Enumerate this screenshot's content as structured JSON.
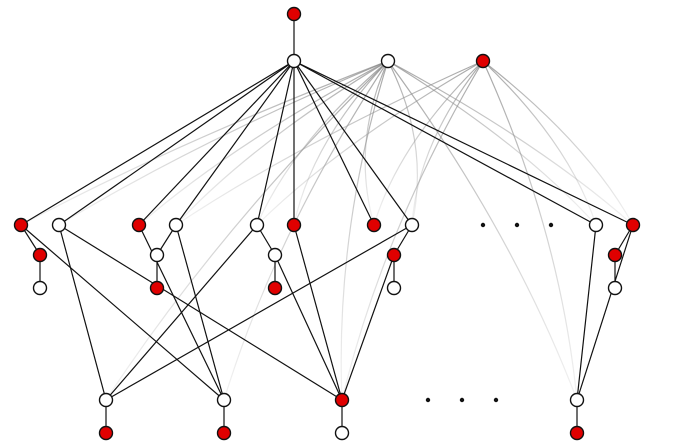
{
  "colors": {
    "filled_node": "#e00000",
    "open_node": "#ffffff",
    "edge": "#111111",
    "faded_edge": "#777777"
  },
  "diagram": {
    "kind": "layered-graph",
    "legend": "",
    "title": "",
    "nodes": [
      {
        "id": "root",
        "fill": "red"
      },
      {
        "id": "hub-a",
        "fill": "white"
      },
      {
        "id": "hub-b",
        "fill": "white"
      },
      {
        "id": "hub-c",
        "fill": "red"
      },
      {
        "id": "m1",
        "fill": "red"
      },
      {
        "id": "m2",
        "fill": "white"
      },
      {
        "id": "m3",
        "fill": "red"
      },
      {
        "id": "m4",
        "fill": "white"
      },
      {
        "id": "m5",
        "fill": "white"
      },
      {
        "id": "m6",
        "fill": "red"
      },
      {
        "id": "m7",
        "fill": "red"
      },
      {
        "id": "m8",
        "fill": "white"
      },
      {
        "id": "m9",
        "fill": "white"
      },
      {
        "id": "m10",
        "fill": "red"
      },
      {
        "id": "s1a",
        "fill": "red"
      },
      {
        "id": "s1b",
        "fill": "white"
      },
      {
        "id": "s2a",
        "fill": "white"
      },
      {
        "id": "s2b",
        "fill": "red"
      },
      {
        "id": "s3a",
        "fill": "white"
      },
      {
        "id": "s3b",
        "fill": "red"
      },
      {
        "id": "s4a",
        "fill": "red"
      },
      {
        "id": "s4b",
        "fill": "white"
      },
      {
        "id": "s5a",
        "fill": "red"
      },
      {
        "id": "s5b",
        "fill": "white"
      },
      {
        "id": "b1",
        "fill": "white"
      },
      {
        "id": "b1s",
        "fill": "red"
      },
      {
        "id": "b2",
        "fill": "white"
      },
      {
        "id": "b2s",
        "fill": "red"
      },
      {
        "id": "b3",
        "fill": "red"
      },
      {
        "id": "b3s",
        "fill": "white"
      },
      {
        "id": "b4",
        "fill": "white"
      },
      {
        "id": "b4s",
        "fill": "red"
      }
    ],
    "edges": [
      [
        "root",
        "hub-a"
      ],
      [
        "hub-a",
        "m1"
      ],
      [
        "hub-a",
        "m2"
      ],
      [
        "hub-a",
        "m3"
      ],
      [
        "hub-a",
        "m4"
      ],
      [
        "hub-a",
        "m5"
      ],
      [
        "hub-a",
        "m6"
      ],
      [
        "hub-a",
        "m7"
      ],
      [
        "hub-a",
        "m8"
      ],
      [
        "hub-a",
        "m9"
      ],
      [
        "hub-a",
        "m10"
      ],
      [
        "m1",
        "s1a"
      ],
      [
        "s1a",
        "s1b"
      ],
      [
        "m4",
        "s2a"
      ],
      [
        "s2a",
        "s2b"
      ],
      [
        "m5",
        "s3a"
      ],
      [
        "s3a",
        "s3b"
      ],
      [
        "m8",
        "s4a"
      ],
      [
        "s4a",
        "s4b"
      ],
      [
        "m10",
        "s5a"
      ],
      [
        "s5a",
        "s5b"
      ],
      [
        "m2",
        "b1"
      ],
      [
        "m3",
        "b2"
      ],
      [
        "m1",
        "b2"
      ],
      [
        "m2",
        "b3"
      ],
      [
        "m5",
        "b1"
      ],
      [
        "m4",
        "b2"
      ],
      [
        "m6",
        "b3"
      ],
      [
        "m8",
        "b1"
      ],
      [
        "m9",
        "b4"
      ],
      [
        "m10",
        "b4"
      ],
      [
        "s3a",
        "b3"
      ],
      [
        "s4a",
        "b3"
      ],
      [
        "b1",
        "b1s"
      ],
      [
        "b2",
        "b2s"
      ],
      [
        "b3",
        "b3s"
      ],
      [
        "b4",
        "b4s"
      ]
    ],
    "faded_edges": [
      [
        "hub-b",
        "m1"
      ],
      [
        "hub-b",
        "m2"
      ],
      [
        "hub-b",
        "m3"
      ],
      [
        "hub-b",
        "m4"
      ],
      [
        "hub-b",
        "m5"
      ],
      [
        "hub-b",
        "m6"
      ],
      [
        "hub-b",
        "m7"
      ],
      [
        "hub-b",
        "m8"
      ],
      [
        "hub-b",
        "m9"
      ],
      [
        "hub-b",
        "m10"
      ],
      [
        "hub-b",
        "b1"
      ],
      [
        "hub-b",
        "b2"
      ],
      [
        "hub-b",
        "b3"
      ],
      [
        "hub-b",
        "b4"
      ],
      [
        "hub-c",
        "m4"
      ],
      [
        "hub-c",
        "m5"
      ],
      [
        "hub-c",
        "m7"
      ],
      [
        "hub-c",
        "m8"
      ],
      [
        "hub-c",
        "m9"
      ],
      [
        "hub-c",
        "m10"
      ],
      [
        "hub-c",
        "b3"
      ],
      [
        "hub-c",
        "b4"
      ]
    ],
    "ellipsis_rows": [
      "middle-row",
      "bottom-row"
    ]
  }
}
